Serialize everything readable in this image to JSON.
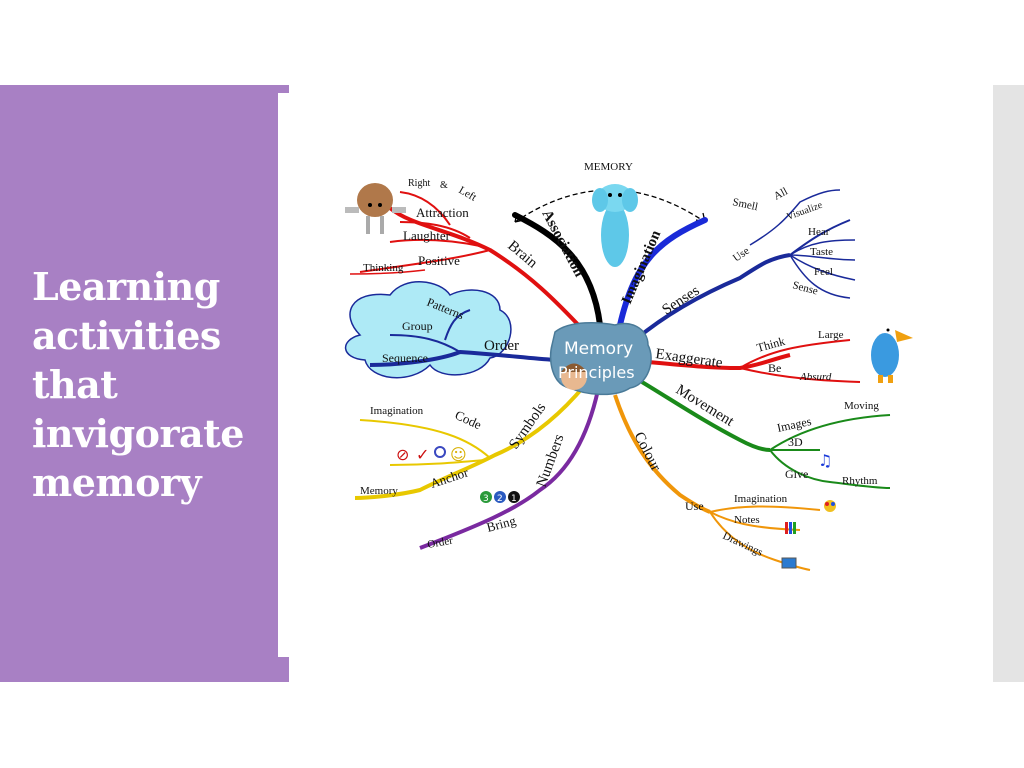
{
  "slide": {
    "title_lines": [
      "Learning",
      "activities",
      "that",
      "invigorate",
      "memory"
    ],
    "colors": {
      "panel": "#a880c4",
      "title": "#ffffff",
      "side_bar": "#e4e4e4"
    }
  },
  "mindmap": {
    "top_label": "MEMORY",
    "center": [
      "Memory",
      "Principles"
    ],
    "branches": {
      "association": "Association",
      "imagination": "Imagination",
      "brain": {
        "label": "Brain",
        "items": [
          "Right",
          "&",
          "Left",
          "Attraction",
          "Laughter",
          "Positive",
          "Thinking"
        ]
      },
      "order": {
        "label": "Order",
        "items": [
          "Patterns",
          "Group",
          "Sequence"
        ]
      },
      "symbols": {
        "label": "Symbols",
        "items": [
          "Imagination",
          "Code",
          "Anchor",
          "Memory"
        ]
      },
      "numbers": {
        "label": "Numbers",
        "items": [
          "Bring",
          "Order"
        ]
      },
      "senses": {
        "label": "Senses",
        "items": [
          "Smell",
          "All",
          "Use",
          "Visualize",
          "Hear",
          "Taste",
          "Feel",
          "Sense"
        ]
      },
      "exaggerate": {
        "label": "Exaggerate",
        "items": [
          "Think",
          "Large",
          "Be",
          "Absurd"
        ]
      },
      "movement": {
        "label": "Movement",
        "items": [
          "Images",
          "Moving",
          "3D",
          "Give",
          "Rhythm"
        ]
      },
      "colour": {
        "label": "Colour",
        "items": [
          "Use",
          "Imagination",
          "Notes",
          "Drawings"
        ]
      }
    },
    "symbol_glyphs": [
      "⊘",
      "✓",
      "☺"
    ],
    "number_glyphs": [
      "3",
      "2",
      "1"
    ],
    "note_glyph": "♫",
    "colors": {
      "brain": "#e01010",
      "association": "#000000",
      "imagination": "#1a2ad8",
      "senses": "#1a2a9a",
      "exaggerate": "#e01010",
      "movement": "#1a8a1a",
      "colour": "#f0960a",
      "numbers": "#7a2aa0",
      "symbols": "#e8c800",
      "order": "#1a2a9a"
    }
  }
}
